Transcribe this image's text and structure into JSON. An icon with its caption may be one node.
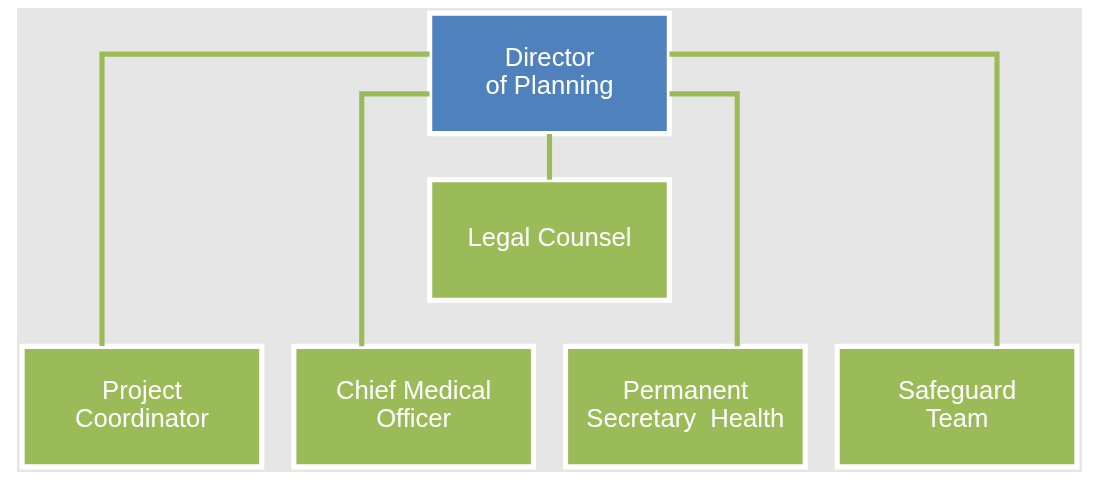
{
  "diagram": {
    "nodes": [
      {
        "text": [
          "Director of Planning"
        ]
      },
      {
        "text": [
          "Legal Counsel"
        ]
      },
      {
        "text": [
          "Project Coordinator"
        ]
      },
      {
        "text": [
          "Chief Medical Officer"
        ]
      },
      {
        "text": [
          "Permanent Secretary  Health"
        ]
      },
      {
        "text": [
          "Safeguard Team"
        ]
      }
    ],
    "edges": [
      {
        "from": 0,
        "to": 1,
        "arrow": "none"
      },
      {
        "from": 0,
        "to": 2,
        "arrow": "none"
      },
      {
        "from": 0,
        "to": 3,
        "arrow": "none"
      },
      {
        "from": 0,
        "to": 4,
        "arrow": "none"
      },
      {
        "from": 0,
        "to": 5,
        "arrow": "none"
      }
    ]
  }
}
